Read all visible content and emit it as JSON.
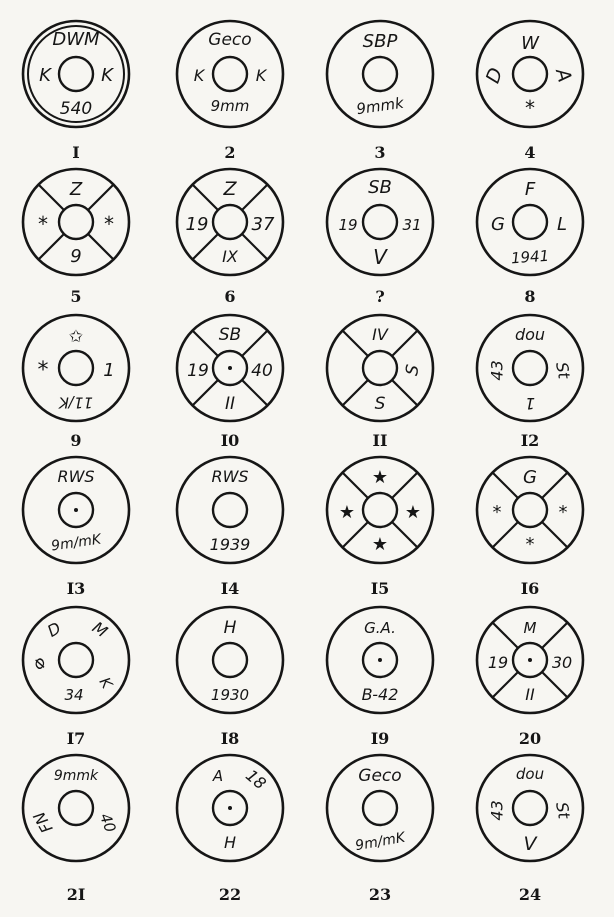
{
  "colors": {
    "ink": "#161616",
    "paper": "#f7f6f2"
  },
  "stamps": [
    {
      "id": "1",
      "number": "I",
      "marks": [
        "DWM",
        "K",
        "K",
        "540"
      ],
      "style": "double"
    },
    {
      "id": "2",
      "number": "2",
      "marks": [
        "Geco",
        "K",
        "K",
        "9mm"
      ],
      "style": "plain"
    },
    {
      "id": "3",
      "number": "3",
      "marks": [
        "SBP",
        "9mmk"
      ],
      "style": "plain"
    },
    {
      "id": "4",
      "number": "4",
      "marks": [
        "W",
        "D",
        "A",
        "*"
      ],
      "style": "plain"
    },
    {
      "id": "5",
      "number": "5",
      "marks": [
        "Z",
        "*",
        "*",
        "9"
      ],
      "style": "cross"
    },
    {
      "id": "6",
      "number": "6",
      "marks": [
        "Z",
        "19",
        "37",
        "IX"
      ],
      "style": "cross"
    },
    {
      "id": "7",
      "number": "?",
      "marks": [
        "SB",
        "19",
        "31",
        "V"
      ],
      "style": "plain"
    },
    {
      "id": "8",
      "number": "8",
      "marks": [
        "F",
        "G",
        "L",
        "1941"
      ],
      "style": "plain"
    },
    {
      "id": "9",
      "number": "9",
      "marks": [
        "✩",
        "*",
        "1",
        "11/K"
      ],
      "style": "plain"
    },
    {
      "id": "10",
      "number": "I0",
      "marks": [
        "SB",
        "19",
        "40",
        "II"
      ],
      "style": "cross"
    },
    {
      "id": "11",
      "number": "II",
      "marks": [
        "IV",
        "S",
        "S"
      ],
      "style": "cross"
    },
    {
      "id": "12",
      "number": "I2",
      "marks": [
        "dou",
        "43",
        "St",
        "1"
      ],
      "style": "plain"
    },
    {
      "id": "13",
      "number": "I3",
      "marks": [
        "RWS",
        "9m/mK"
      ],
      "style": "plain"
    },
    {
      "id": "14",
      "number": "I4",
      "marks": [
        "RWS",
        "1939"
      ],
      "style": "plain"
    },
    {
      "id": "15",
      "number": "I5",
      "marks": [
        "★",
        "★",
        "★",
        "★"
      ],
      "style": "cross"
    },
    {
      "id": "16",
      "number": "I6",
      "marks": [
        "G",
        "*",
        "*",
        "*"
      ],
      "style": "cross"
    },
    {
      "id": "17",
      "number": "I7",
      "marks": [
        "D",
        "M",
        "Φ",
        "34",
        "K"
      ],
      "style": "plain"
    },
    {
      "id": "18",
      "number": "I8",
      "marks": [
        "H",
        "1930"
      ],
      "style": "plain"
    },
    {
      "id": "19",
      "number": "I9",
      "marks": [
        "G.A.",
        "B-42"
      ],
      "style": "plain"
    },
    {
      "id": "20",
      "number": "20",
      "marks": [
        "M",
        "19",
        "30",
        "II"
      ],
      "style": "cross"
    },
    {
      "id": "21",
      "number": "2I",
      "marks": [
        "9mmk",
        "FN",
        "40"
      ],
      "style": "plain"
    },
    {
      "id": "22",
      "number": "22",
      "marks": [
        "A",
        "18",
        "H"
      ],
      "style": "plain"
    },
    {
      "id": "23",
      "number": "23",
      "marks": [
        "Geco",
        "9m/mK"
      ],
      "style": "plain"
    },
    {
      "id": "24",
      "number": "24",
      "marks": [
        "dou",
        "43",
        "St",
        "V"
      ],
      "style": "plain"
    }
  ]
}
